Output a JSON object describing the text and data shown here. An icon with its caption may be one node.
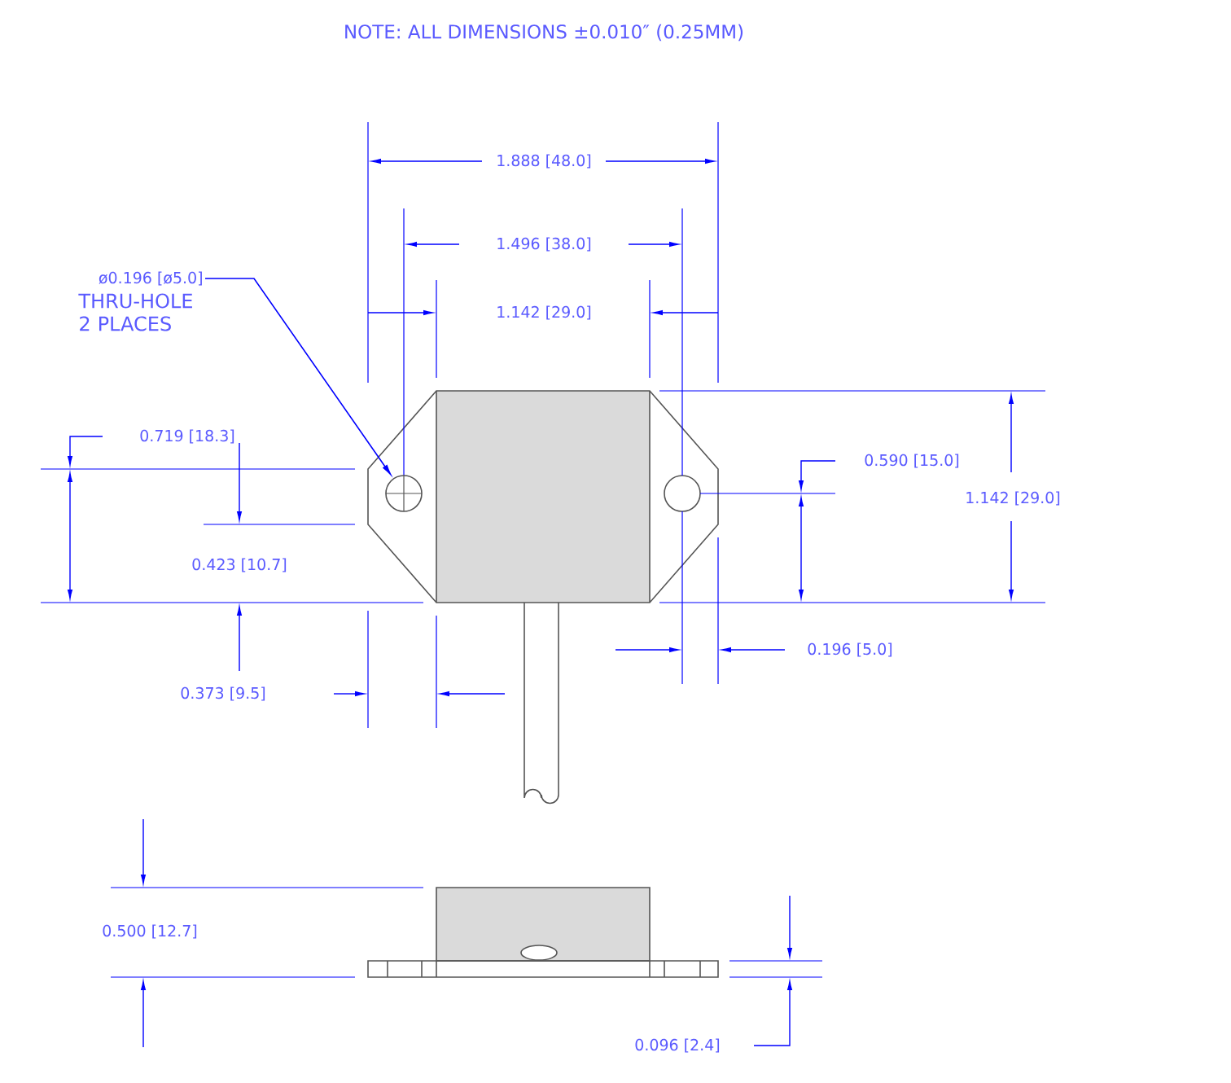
{
  "diagram": {
    "nodes": [
      {
        "text": [
          "ø0.196 [ø5.0]",
          "THRU-HOLE 2 PLACES"
        ]
      },
      {
        "text": [],
        "shape": "circle"
      }
    ],
    "edges": [
      {
        "from": 0,
        "to": 1,
        "arrow": "to"
      }
    ],
    "labels": [
      "NOTE: ALL DIMENSIONS ±0.010″ (0.25MM)",
      "1.888 [48.0]",
      "1.496 [38.0]",
      "1.142 [29.0]",
      "0.719 [18.3]",
      "0.590 [15.0]",
      "1.142 [29.0]",
      "0.423 [10.7]",
      "0.373 [9.5]",
      "0.196 [5.0]",
      "0.500 [12.7]",
      "0.096 [2.4]"
    ]
  }
}
